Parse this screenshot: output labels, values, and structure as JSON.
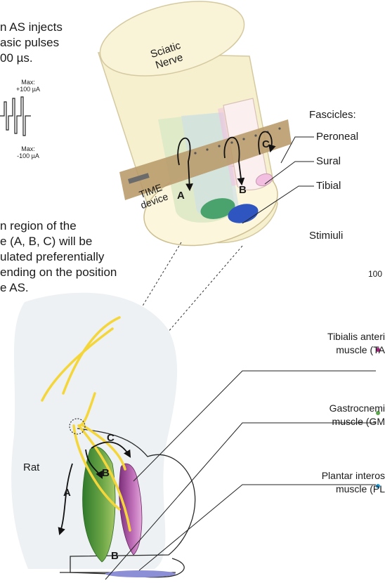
{
  "intro": {
    "line1": "n AS injects",
    "line2": "asic pulses",
    "line3": "00 µs."
  },
  "pulse": {
    "max_pos_label": "Max:",
    "max_pos_value": "+100 µA",
    "max_neg_label": "Max:",
    "max_neg_value": "-100 µA"
  },
  "region_note": {
    "line1": "n region of the",
    "line2": "e (A, B, C) will be",
    "line3": "ulated preferentially",
    "line4": "ending on the position",
    "line5": "e AS."
  },
  "nerve": {
    "title_line1": "Sciatic",
    "title_line2": "Nerve",
    "device_line1": "TIME",
    "device_line2": "device",
    "arrow_a": "A",
    "arrow_b": "B",
    "arrow_c": "C"
  },
  "fascicles": {
    "header": "Fascicles:",
    "items": [
      "Peroneal",
      "Sural",
      "Tibial"
    ]
  },
  "stimuli": {
    "label": "Stimiuli",
    "partial_value": "100"
  },
  "muscles": [
    {
      "line1": "Tibialis anteri",
      "line2": "muscle (TA",
      "color": "#a0257a"
    },
    {
      "line1": "Gastrocnemi",
      "line2": "muscle (GM",
      "color": "#5aa64a"
    },
    {
      "line1": "Plantar interos",
      "line2": "muscle (PL",
      "color": "#1f9ad6"
    }
  ],
  "rat": {
    "label": "Rat",
    "branch_a": "A",
    "branch_b": "B",
    "branch_c": "C",
    "branch_b2": "B"
  },
  "colors": {
    "nerve_fill": "#f6f0cf",
    "nerve_line": "#d5c9a0",
    "device": "#b89a6a",
    "peroneal": "#f2bfe0",
    "tibial_green": "#4aa36c",
    "tibial_blue": "#2f56c0",
    "nerve_yellow": "#f5d63a",
    "background_blob": "#edf1f3"
  }
}
